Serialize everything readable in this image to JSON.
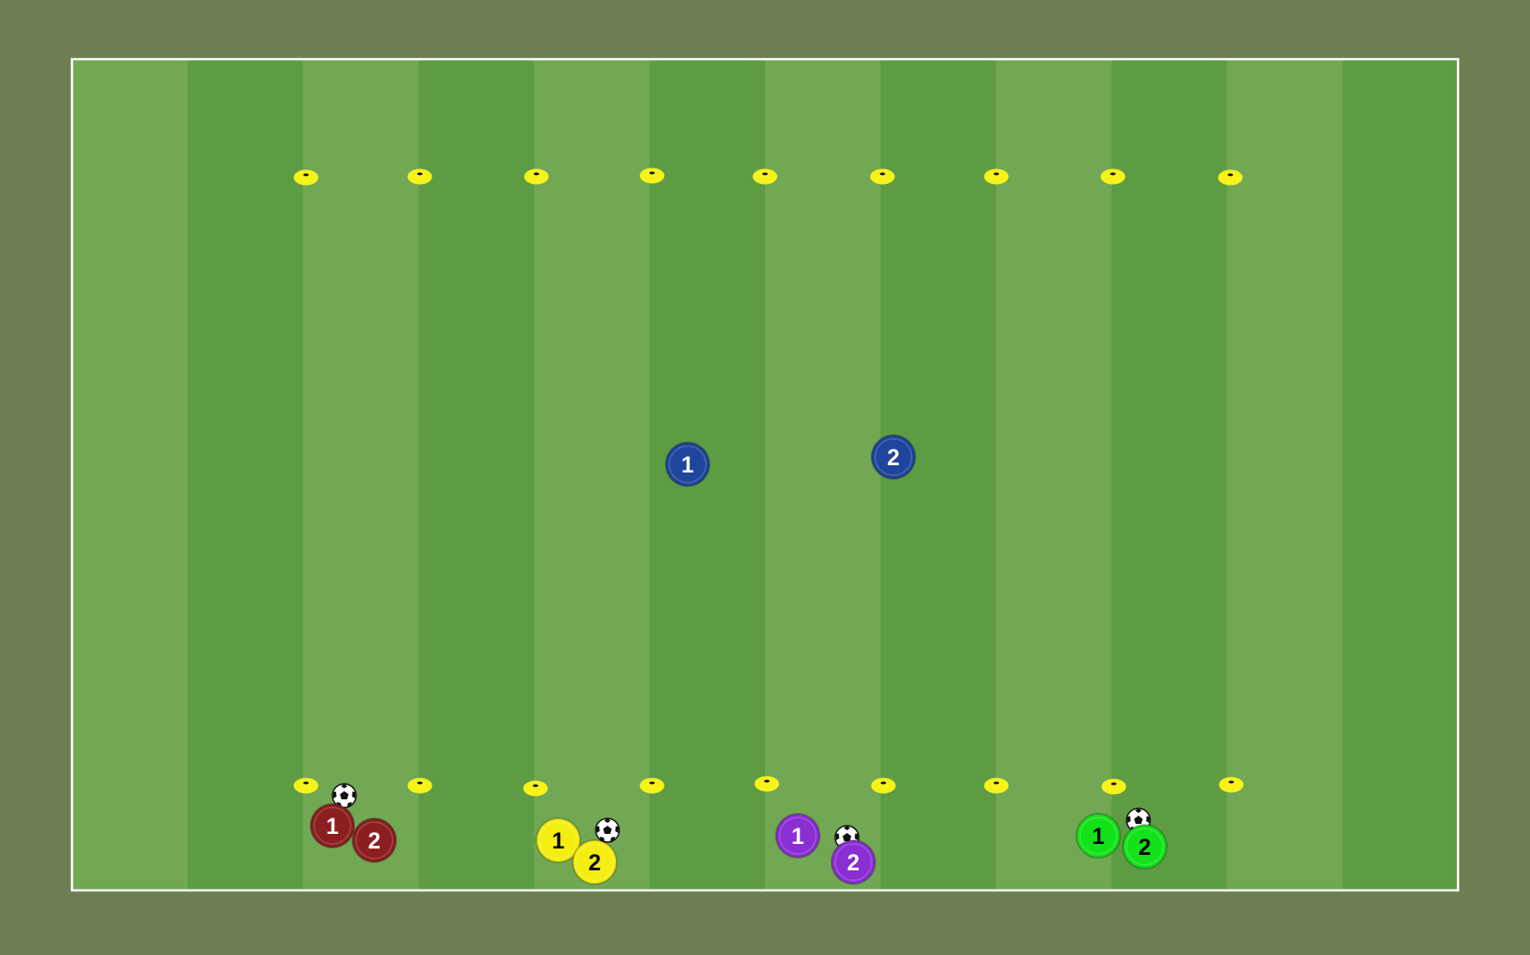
{
  "colors": {
    "background": "#6d7f52",
    "stripe_light": "#72a754",
    "stripe_dark": "#5e9c44",
    "line": "#ffffff",
    "cone": "#f7f21a",
    "team_blue": "#1f459c",
    "team_red": "#8b1f1f",
    "team_yellow": "#f4ee12",
    "team_purple": "#8a2fd3",
    "team_green": "#13e21a"
  },
  "icons": {
    "cone": "cone-icon",
    "ball": "soccer-ball-icon",
    "player": "player-disc-icon"
  },
  "pitch": {
    "stripes": 12
  },
  "players": [
    {
      "team": "blue",
      "label": "1",
      "color": "#1f459c",
      "text_color": "#ffffff"
    },
    {
      "team": "blue",
      "label": "2",
      "color": "#1f459c",
      "text_color": "#ffffff"
    },
    {
      "team": "red",
      "label": "1",
      "color": "#8b1f1f",
      "text_color": "#ffffff"
    },
    {
      "team": "red",
      "label": "2",
      "color": "#8b1f1f",
      "text_color": "#ffffff"
    },
    {
      "team": "yellow",
      "label": "1",
      "color": "#f4ee12",
      "text_color": "#000000"
    },
    {
      "team": "yellow",
      "label": "2",
      "color": "#f4ee12",
      "text_color": "#000000"
    },
    {
      "team": "purple",
      "label": "1",
      "color": "#8a2fd3",
      "text_color": "#ffffff"
    },
    {
      "team": "purple",
      "label": "2",
      "color": "#8a2fd3",
      "text_color": "#ffffff"
    },
    {
      "team": "green",
      "label": "1",
      "color": "#13e21a",
      "text_color": "#000000"
    },
    {
      "team": "green",
      "label": "2",
      "color": "#13e21a",
      "text_color": "#000000"
    }
  ],
  "cones": {
    "top_row_count": 9,
    "bottom_row_count": 9
  },
  "balls": {
    "count": 4
  }
}
